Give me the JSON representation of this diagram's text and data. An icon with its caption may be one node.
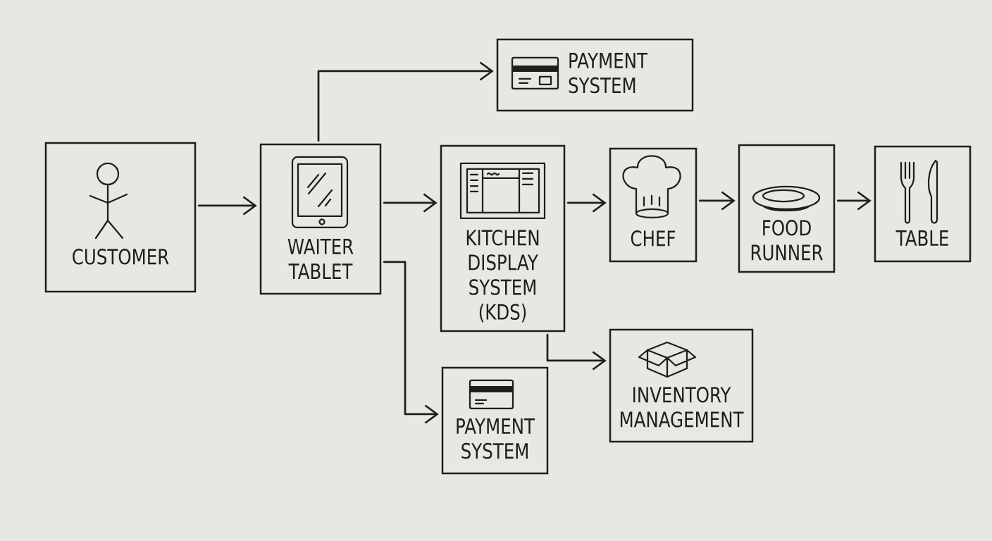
{
  "diagram": {
    "nodes": [
      {
        "text": [
          "CUSTOMER"
        ]
      },
      {
        "text": [
          "WAITER TABLET"
        ]
      },
      {
        "text": [
          "PAYMENT SYSTEM"
        ]
      },
      {
        "text": [
          "KITCHEN DISPLAY SYSTEM (KDS)"
        ]
      },
      {
        "text": [
          "CHEF"
        ]
      },
      {
        "text": [
          "FOOD RUNNER"
        ]
      },
      {
        "text": [
          "TABLE"
        ]
      },
      {
        "text": [
          "PAYMENT SYSTEM"
        ]
      },
      {
        "text": [
          "INVENTORY MANAGEMENT"
        ]
      }
    ],
    "edges": [
      {
        "from": 0,
        "to": 1,
        "arrow": "to"
      },
      {
        "from": 1,
        "to": 2,
        "arrow": "to"
      },
      {
        "from": 1,
        "to": 3,
        "arrow": "to"
      },
      {
        "from": 1,
        "to": 7,
        "arrow": "to"
      },
      {
        "from": 3,
        "to": 4,
        "arrow": "to"
      },
      {
        "from": 3,
        "to": 8,
        "arrow": "to"
      },
      {
        "from": 4,
        "to": 5,
        "arrow": "to"
      },
      {
        "from": 5,
        "to": 6,
        "arrow": "to"
      }
    ]
  }
}
